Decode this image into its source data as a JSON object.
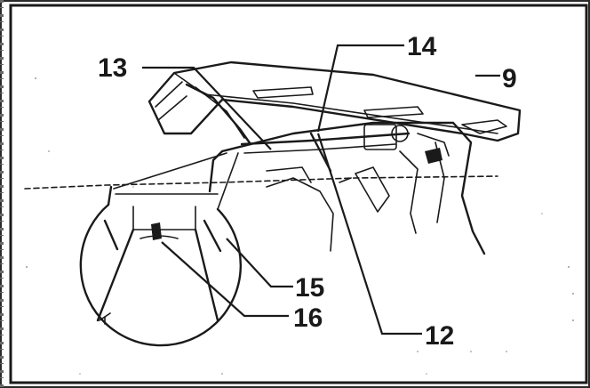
{
  "callouts": {
    "c9": "9",
    "c12": "12",
    "c13": "13",
    "c14": "14",
    "c15": "15",
    "c16": "16"
  },
  "colors": {
    "ink": "#1a1a1a",
    "background": "#ffffff",
    "scan_noise": "#9a9a9a"
  }
}
